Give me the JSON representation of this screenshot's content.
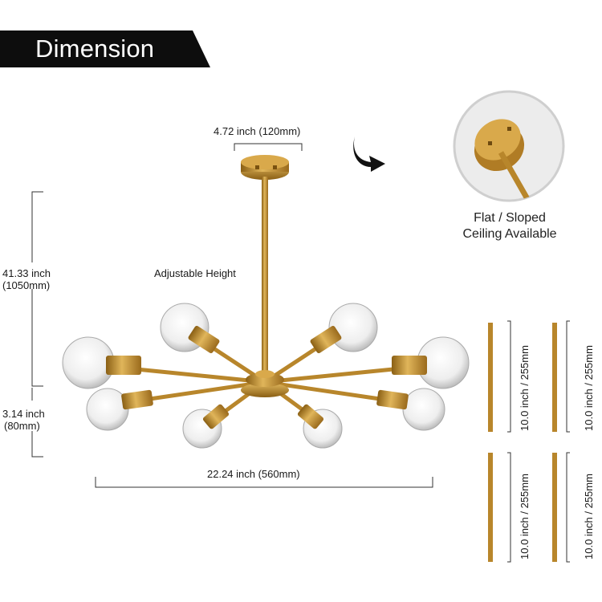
{
  "banner": {
    "title": "Dimension"
  },
  "dimensions": {
    "canopy_width": "4.72 inch (120mm)",
    "total_height_in": "41.33 inch",
    "total_height_mm": "(1050mm)",
    "body_height_in": "3.14 inch",
    "body_height_mm": "(80mm)",
    "span_width": "22.24 inch (560mm)",
    "adjustable": "Adjustable Height"
  },
  "inset": {
    "line1": "Flat / Sloped",
    "line2": "Ceiling Available"
  },
  "rods": [
    {
      "label": "10.0 inch / 255mm"
    },
    {
      "label": "10.0 inch / 255mm"
    },
    {
      "label": "10.0 inch / 255mm"
    },
    {
      "label": "10.0 inch / 255mm"
    }
  ],
  "colors": {
    "brass": "#b8862b",
    "banner": "#0d0d0d"
  },
  "icons": [
    "curved-arrow-icon"
  ]
}
